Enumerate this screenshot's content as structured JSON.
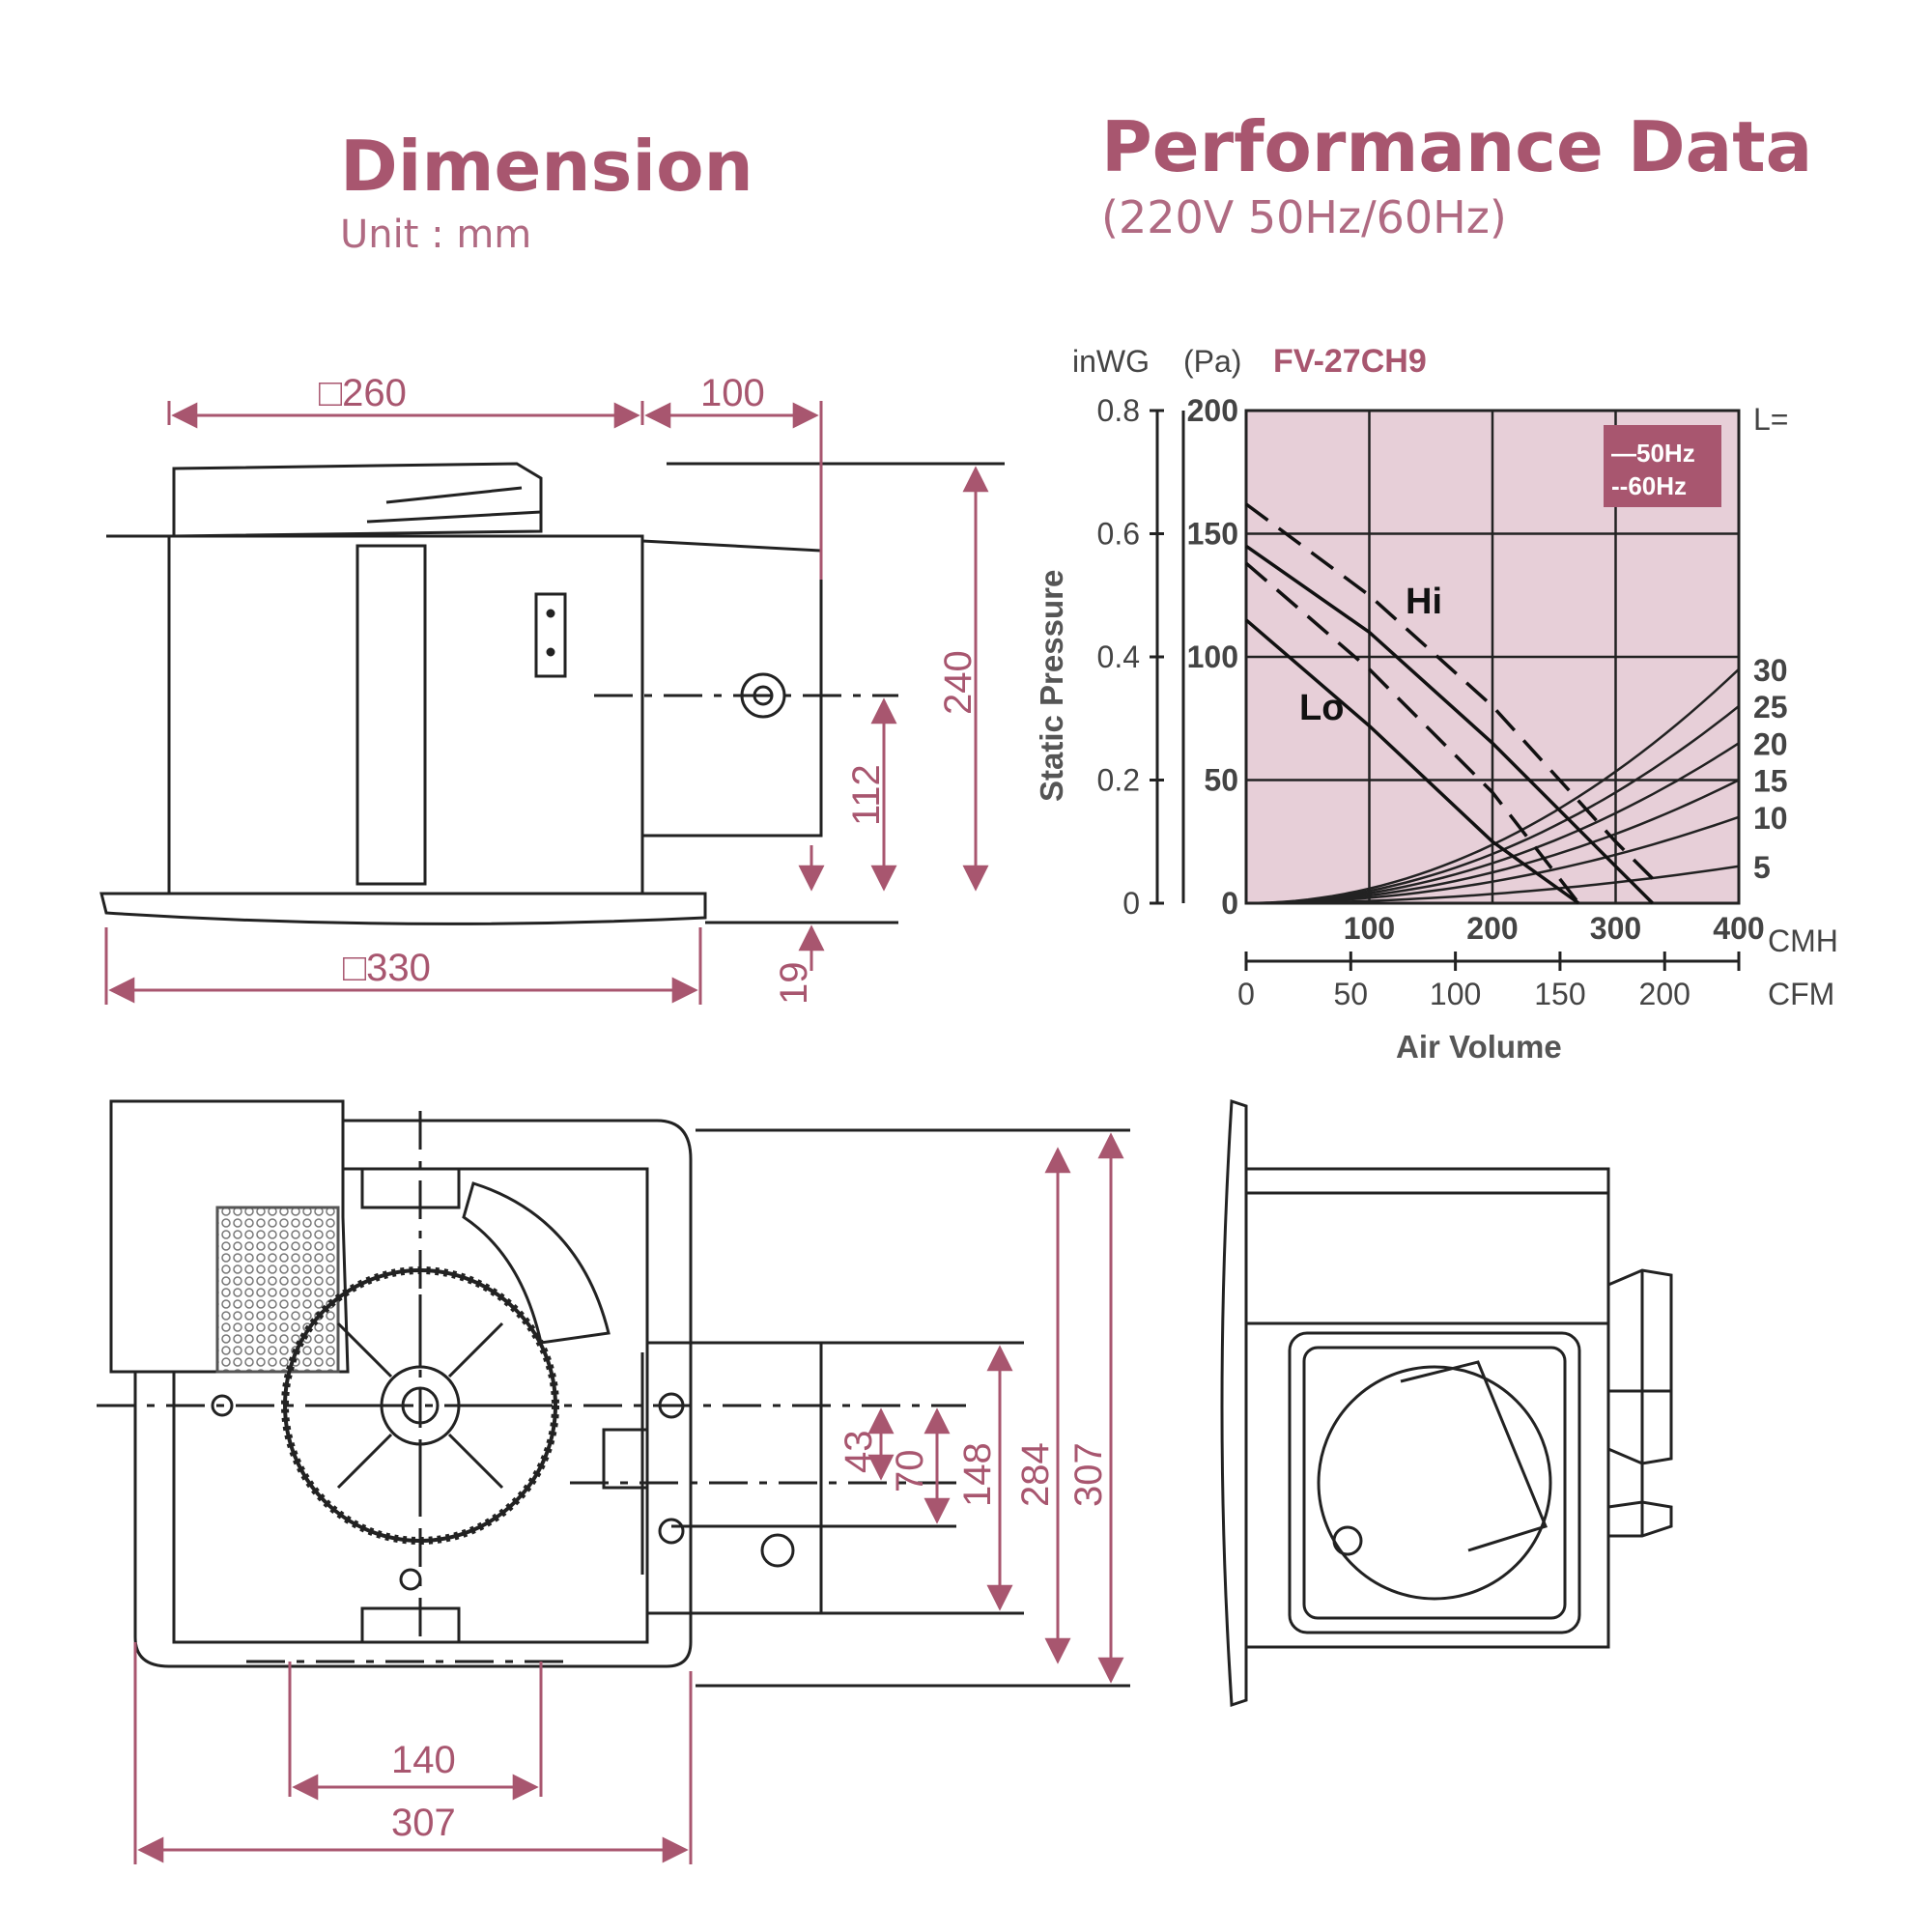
{
  "dimension": {
    "title": "Dimension",
    "unit": "Unit : mm",
    "front_view": {
      "width_label": "□260",
      "duct_label": "100",
      "flange_label": "□330",
      "height_label": "240",
      "duct_center_label": "112",
      "flange_thickness_label": "19"
    },
    "bottom_view": {
      "depth_label": "284",
      "overall_label": "307",
      "hole_spacing_label": "140",
      "overall_width_label": "307",
      "offset_a_label": "43",
      "offset_b_label": "70",
      "offset_c_label": "148"
    }
  },
  "performance": {
    "title": "Performance Data",
    "subtitle": "(220V 50Hz/60Hz)",
    "model": "FV-27CH9",
    "unit_inwg": "inWG",
    "unit_pa": "(Pa)",
    "ylabel": "Static Pressure",
    "xlabel": "Air Volume",
    "x_unit_cmh": "CMH",
    "x_unit_cfm": "CFM",
    "legend": {
      "line50": "—50Hz",
      "line60": "--60Hz"
    },
    "l_label": "L=",
    "hi_label": "Hi",
    "lo_label": "Lo"
  },
  "chart_data": {
    "type": "line",
    "title": "FV-27CH9",
    "xlabel": "Air Volume",
    "ylabel": "Static Pressure",
    "xlim": [
      0,
      400
    ],
    "ylim": [
      0,
      200
    ],
    "x_ticks_cmh": [
      "100",
      "200",
      "300",
      "400"
    ],
    "x_ticks_cfm": [
      "0",
      "50",
      "100",
      "150",
      "200"
    ],
    "y_ticks_pa": [
      "0",
      "50",
      "100",
      "150",
      "200"
    ],
    "y_ticks_inwg": [
      "0",
      "0.2",
      "0.4",
      "0.6",
      "0.8"
    ],
    "grid": true,
    "legend_position": "top-right",
    "series": [
      {
        "name": "Hi",
        "style": "50Hz",
        "x": [
          0,
          100,
          200,
          300,
          330
        ],
        "y": [
          145,
          110,
          65,
          15,
          0
        ]
      },
      {
        "name": "Hi",
        "style": "60Hz",
        "x": [
          0,
          100,
          200,
          300,
          330
        ],
        "y": [
          162,
          125,
          80,
          25,
          10
        ]
      },
      {
        "name": "Lo",
        "style": "50Hz",
        "x": [
          0,
          100,
          200,
          270
        ],
        "y": [
          115,
          72,
          25,
          0
        ]
      },
      {
        "name": "Lo",
        "style": "60Hz",
        "x": [
          0,
          100,
          200,
          270
        ],
        "y": [
          138,
          95,
          45,
          0
        ]
      }
    ],
    "duct_lengths": {
      "labels": [
        "30",
        "25",
        "20",
        "15",
        "10",
        "5"
      ],
      "end_pressure_pa": [
        95,
        80,
        65,
        50,
        35,
        15
      ]
    }
  }
}
